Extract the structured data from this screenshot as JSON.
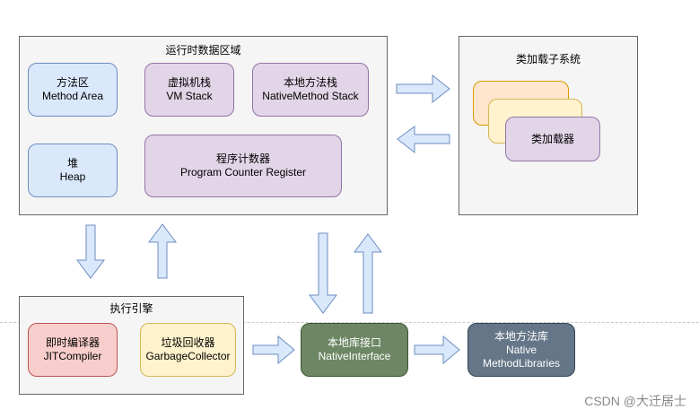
{
  "runtime_area": {
    "title": "运行时数据区域",
    "method_area": {
      "line1": "方法区",
      "line2": "Method Area"
    },
    "vm_stack": {
      "line1": "虚拟机栈",
      "line2": "VM Stack"
    },
    "native_method_stack": {
      "line1": "本地方法栈",
      "line2": "NativeMethod Stack"
    },
    "heap": {
      "line1": "堆",
      "line2": "Heap"
    },
    "pc_register": {
      "line1": "程序计数器",
      "line2": "Program Counter Register"
    }
  },
  "class_loader_subsystem": {
    "title": "类加载子系统",
    "class_loader": "类加载器"
  },
  "execution_engine": {
    "title": "执行引擎",
    "jit_compiler": {
      "line1": "即时编译器",
      "line2": "JITCompiler"
    },
    "garbage_collector": {
      "line1": "垃圾回收器",
      "line2": "GarbageCollector"
    }
  },
  "native_interface": {
    "line1": "本地库接口",
    "line2": "NativeInterface"
  },
  "native_libraries": {
    "line1": "本地方法库",
    "line2": "Native",
    "line3": "MethodLibraries"
  },
  "watermark": "CSDN @大迁居士",
  "colors": {
    "panel_bg": "#f5f5f5",
    "blue_fill": "#dae8fc",
    "purple_fill": "#e1d5e7",
    "arrow_fill": "#dae8fc",
    "arrow_stroke": "#6c8ebf",
    "native_interface_fill": "#6d8764",
    "native_libraries_fill": "#647687"
  }
}
